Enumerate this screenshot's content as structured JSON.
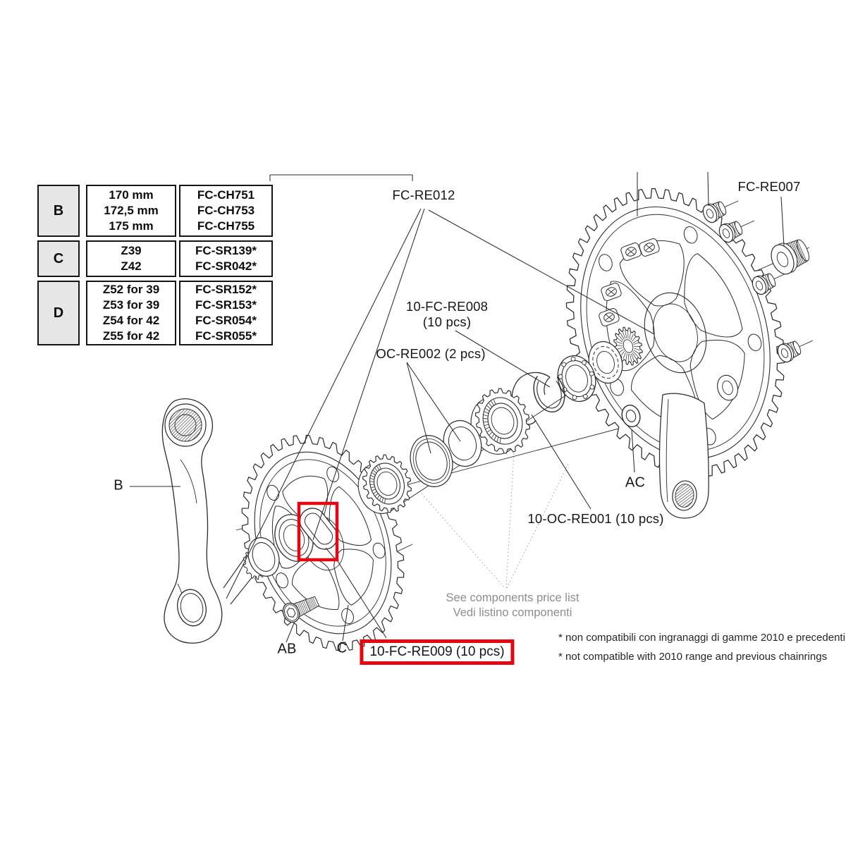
{
  "diagram": {
    "highlight_color": "#e30613",
    "labels": {
      "fc_re012": "FC-RE012",
      "fc_re007": "FC-RE007",
      "fc_re008_line1": "10-FC-RE008",
      "fc_re008_line2": "(10 pcs)",
      "oc_re002": "OC-RE002 (2 pcs)",
      "oc_re001": "10-OC-RE001 (10 pcs)",
      "fc_re009": "10-FC-RE009 (10 pcs)",
      "crank_arm": "B",
      "crank_bolt": "AB",
      "chainring": "C",
      "washer": "AC"
    },
    "price_note": {
      "line1": "See components price list",
      "line2": "Vedi listino componenti"
    },
    "footnotes": {
      "it": "* non compatibili con ingranaggi di gamme 2010 e precedenti",
      "en": "* not compatible with 2010 range and previous chainrings"
    }
  },
  "table": {
    "rows": [
      {
        "key": "B",
        "options": [
          "170 mm",
          "172,5 mm",
          "175 mm"
        ],
        "codes": [
          "FC-CH751",
          "FC-CH753",
          "FC-CH755"
        ]
      },
      {
        "key": "C",
        "options": [
          "Z39",
          "Z42"
        ],
        "codes": [
          "FC-SR139*",
          "FC-SR042*"
        ]
      },
      {
        "key": "D",
        "options": [
          "Z52 for 39",
          "Z53 for 39",
          "Z54 for 42",
          "Z55 for 42"
        ],
        "codes": [
          "FC-SR152*",
          "FC-SR153*",
          "FC-SR054*",
          "FC-SR055*"
        ]
      }
    ]
  }
}
